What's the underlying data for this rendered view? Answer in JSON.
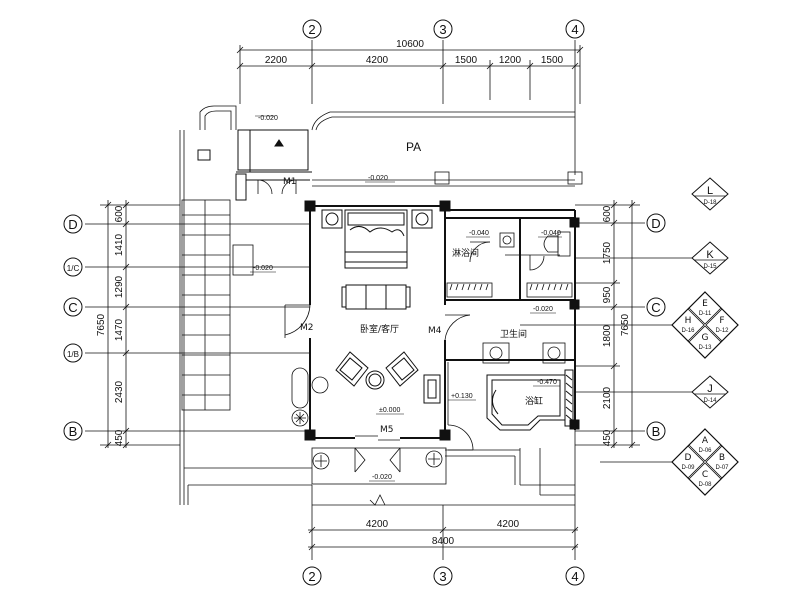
{
  "top_dims": {
    "overall": "10600",
    "seg1": "2200",
    "seg2": "4200",
    "seg3": "1500",
    "seg4": "1200",
    "seg5": "1500"
  },
  "bottom_dims": {
    "overall": "8400",
    "seg1": "4200",
    "seg2": "4200"
  },
  "left_dims": {
    "overall": "7650",
    "d1": "600",
    "d2": "1410",
    "d3": "1290",
    "d4": "1470",
    "d5": "2430",
    "d6": "450"
  },
  "right_dims": {
    "overall": "7650",
    "d1": "600",
    "d2": "1750",
    "d3": "950",
    "d4": "1800",
    "d5": "2100",
    "d6": "450"
  },
  "axes": {
    "top": [
      "2",
      "3",
      "4"
    ],
    "bottom": [
      "2",
      "3",
      "4"
    ],
    "left": [
      "D",
      "1/C",
      "C",
      "1/B",
      "B"
    ],
    "right": [
      "D",
      "C",
      "B"
    ]
  },
  "rooms": {
    "pa": "PA",
    "bedroom_living": "卧室/客厅",
    "shower": "淋浴间",
    "bathroom": "卫生间",
    "bathtub": "浴缸"
  },
  "doors": {
    "m1": "M1",
    "m2": "M2",
    "m4": "M4",
    "m5": "M5"
  },
  "levels": {
    "l1": "-0.020",
    "l2": "-0.020",
    "l3": "-0.020",
    "l4": "-0.040",
    "l5": "-0.040",
    "l6": "-0.020",
    "l7": "+0.130",
    "l8": "-0.470",
    "l9": "±0.000",
    "l10": "-0.020"
  },
  "detail_tags": {
    "single": [
      {
        "letter": "L",
        "ref": "D-18"
      },
      {
        "letter": "K",
        "ref": "D-15"
      },
      {
        "letter": "J",
        "ref": "D-14"
      }
    ],
    "cluster1": {
      "top": "E",
      "top_ref": "D-11",
      "left": "H",
      "left_ref": "D-16",
      "right": "F",
      "right_ref": "D-12",
      "bottom": "G",
      "bottom_ref": "D-13"
    },
    "cluster2": {
      "top": "A",
      "top_ref": "D-06",
      "left": "D",
      "left_ref": "D-09",
      "right": "B",
      "right_ref": "D-07",
      "bottom": "C",
      "bottom_ref": "D-08"
    }
  }
}
